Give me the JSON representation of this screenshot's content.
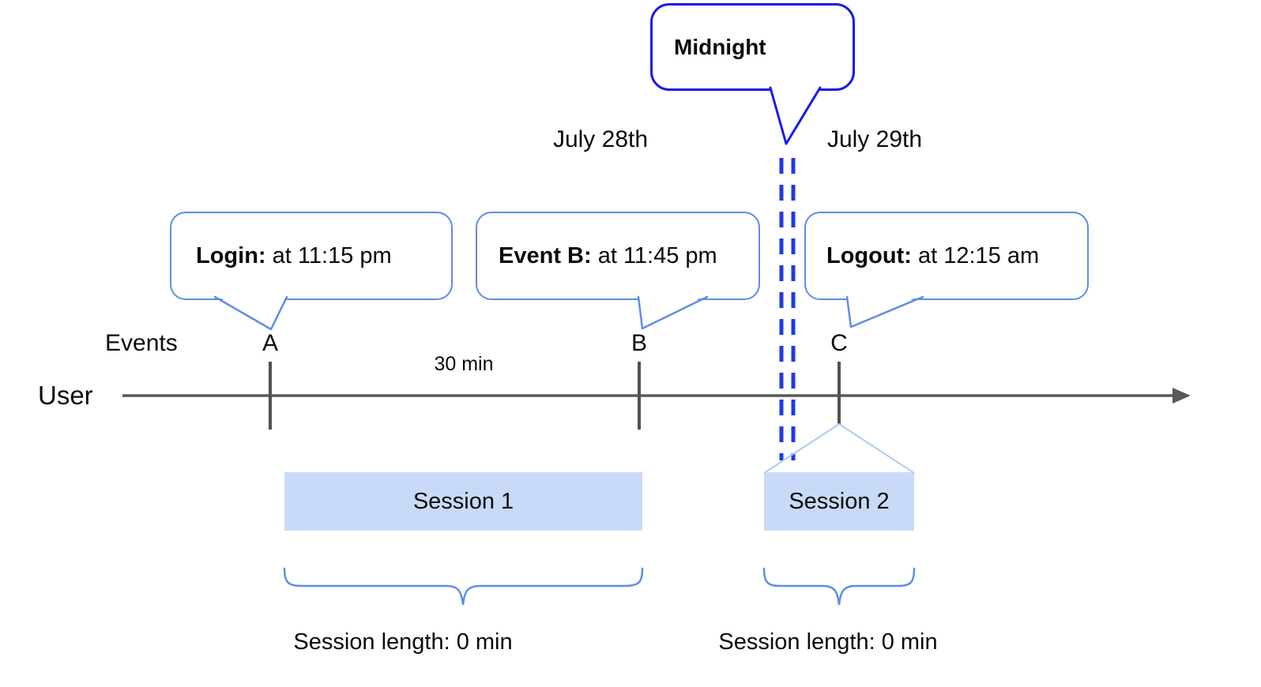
{
  "diagram": {
    "midnight_bubble": {
      "label": "Midnight"
    },
    "dates": {
      "left": "July 28th",
      "right": "July 29th"
    },
    "event_bubbles": [
      {
        "title": "Login:",
        "detail": " at 11:15 pm"
      },
      {
        "title": "Event B:",
        "detail": " at 11:45 pm"
      },
      {
        "title": "Logout:",
        "detail": " at 12:15 am"
      }
    ],
    "axis": {
      "events_label": "Events",
      "user_label": "User",
      "markers": [
        "A",
        "B",
        "C"
      ],
      "interval_label": "30 min"
    },
    "sessions": [
      {
        "label": "Session 1",
        "length_label": "Session length: 0 min"
      },
      {
        "label": "Session 2",
        "length_label": "Session length: 0 min"
      }
    ],
    "colors": {
      "bubble_border_dark": "#1a1aeb",
      "bubble_border_light": "#5f8de9",
      "dashed_line": "#2038e8",
      "session_fill": "#c9daf8",
      "projection_line": "#aecbf2",
      "axis_gray": "#57595c",
      "text_color": "#0a0a0a"
    }
  }
}
